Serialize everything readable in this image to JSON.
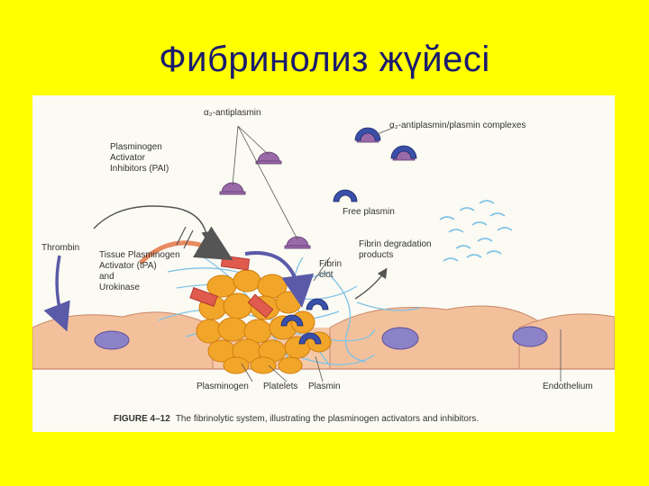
{
  "slide": {
    "title": "Фибринолиз жүйесі"
  },
  "figure": {
    "labels": {
      "alpha2_antiplasmin": "α₂-antiplasmin",
      "complexes": "α₂-antiplasmin/plasmin complexes",
      "pai": "Plasminogen\nActivator\nInhibitors (PAI)",
      "free_plasmin": "Free plasmin",
      "thrombin": "Thrombin",
      "tpa": "Tissue Plasminogen\nActivator (tPA)\nand\nUrokinase",
      "fibrin_degradation": "Fibrin degradation\nproducts",
      "fibrin_clot": "Fibrin\nclot",
      "plasminogen": "Plasminogen",
      "platelets": "Platelets",
      "plasmin": "Plasmin",
      "endothelium": "Endothelium"
    },
    "caption": {
      "number": "FIGURE 4–12",
      "text": "The fibrinolytic system, illustrating the plasminogen activators and inhibitors."
    },
    "colors": {
      "background": "#ffff00",
      "endothelium": "#f5c9a8",
      "nucleus": "#8c82c8",
      "platelet": "#f2a629",
      "antiplasmin": "#9a6aa8",
      "plasmin": "#3a4fa8",
      "fibrin": "#7fc3e6",
      "tpa": "#e05a4e"
    }
  }
}
